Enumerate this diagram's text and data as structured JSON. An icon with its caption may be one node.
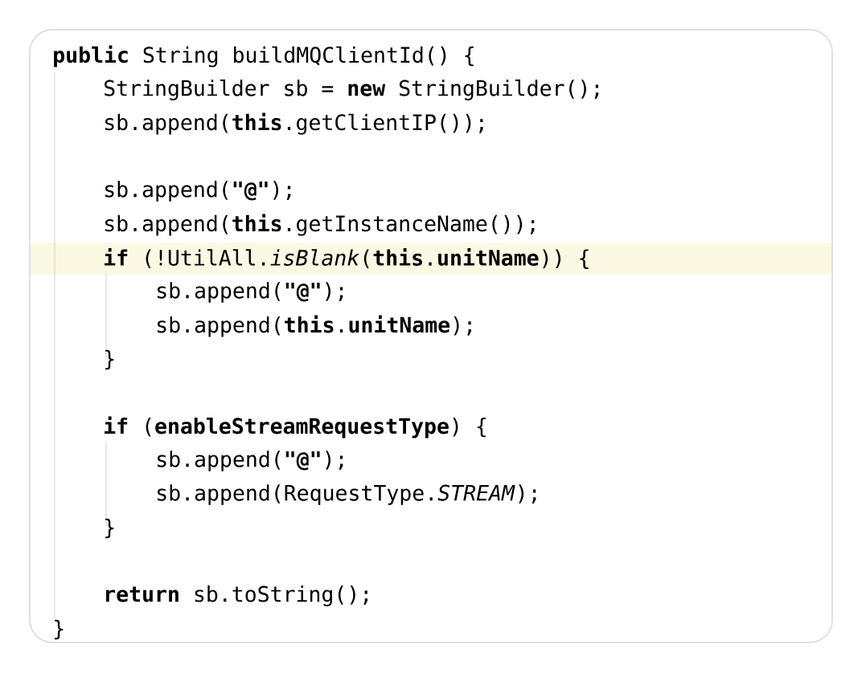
{
  "diagram": {
    "labels": [
      "**public** String buildMQClientId() {",
      "StringBuilder sb = **new** StringBuilder();",
      "sb.append(**this**.getClientIP());",
      "sb.append(**\"@\"**);",
      "sb.append(**this**.getInstanceName());",
      "**if** (!UtilAll.*isBlank*(**this**.**unitName**)) {",
      "sb.append(**\"@\"**);",
      "sb.append(**this**.**unitName**);",
      "}",
      "**if** (**enableStreamRequestType**) {",
      "sb.append(**\"@\"**);",
      "sb.append(RequestType.*STREAM*);",
      "}",
      "**return** sb.toString();",
      "}"
    ]
  }
}
